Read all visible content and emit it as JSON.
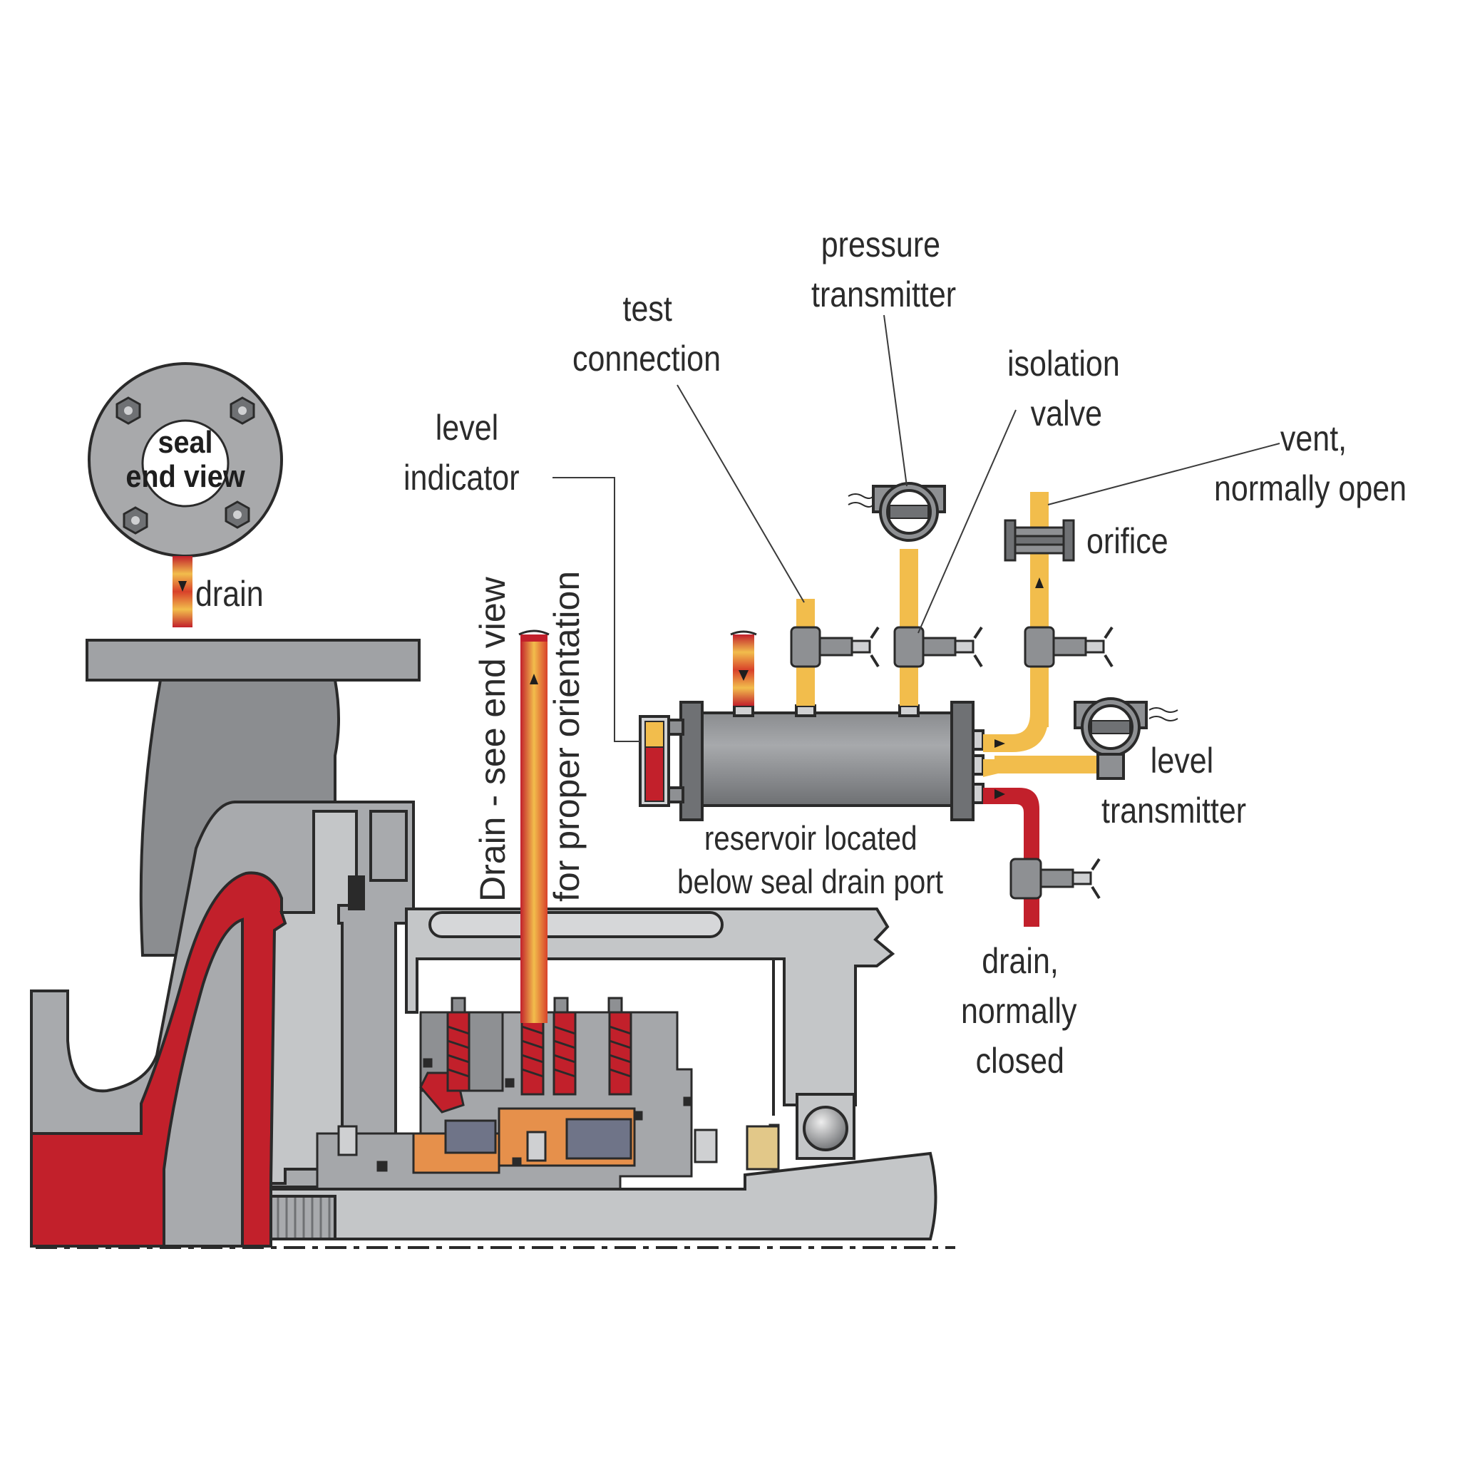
{
  "diagram": {
    "colors": {
      "metal_dark": "#6f7174",
      "metal_mid": "#9a9c9f",
      "metal_light": "#c4c6c8",
      "process_red": "#c2202b",
      "buffer_yellow": "#f2bd4c",
      "drain_gradient": "#e2702a",
      "outline": "#2a2a2a"
    },
    "labels": {
      "pressure_transmitter": [
        "pressure",
        "transmitter"
      ],
      "test_connection": [
        "test",
        "connection"
      ],
      "isolation_valve": [
        "isolation",
        "valve"
      ],
      "level_indicator": [
        "level",
        "indicator"
      ],
      "vent": [
        "vent,",
        "normally open"
      ],
      "orifice": "orifice",
      "level_transmitter": [
        "level",
        "transmitter"
      ],
      "reservoir": [
        "reservoir located",
        "below seal drain port"
      ],
      "drain_normally_closed": [
        "drain,",
        "normally",
        "closed"
      ],
      "drain": "drain",
      "seal_end_view": [
        "seal",
        "end view"
      ],
      "drain_orientation": [
        "Drain - see end view",
        "for proper orientation"
      ]
    }
  }
}
